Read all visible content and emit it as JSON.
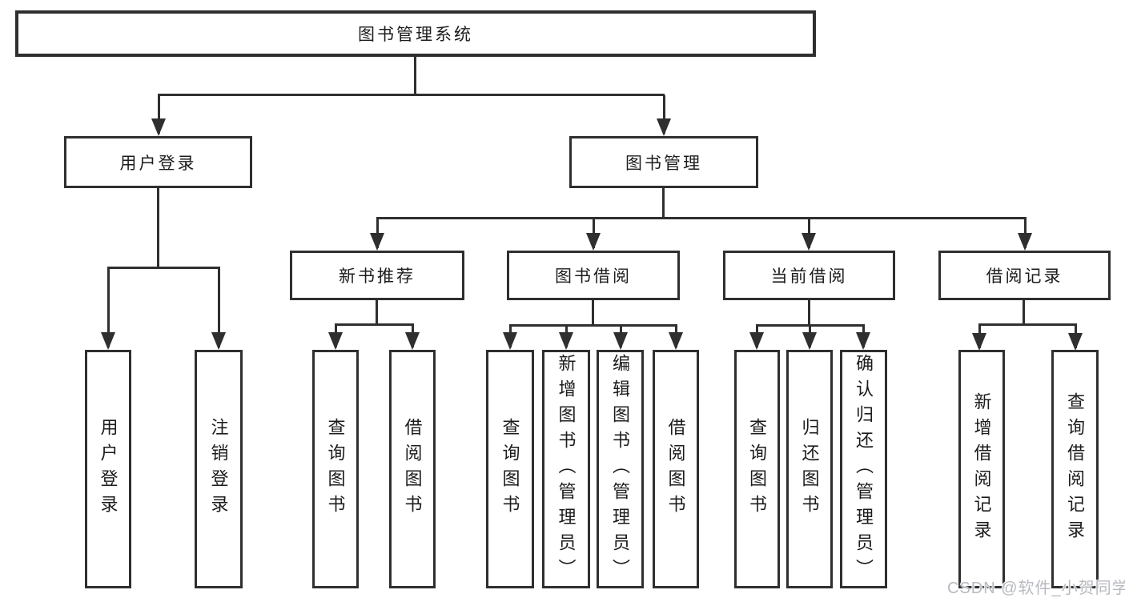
{
  "nodes": {
    "root": "图书管理系统",
    "user_login": "用户登录",
    "book_management": "图书管理",
    "new_book_recommendation": "新书推荐",
    "book_borrowing": "图书借阅",
    "current_borrowing": "当前借阅",
    "borrowing_records": "借阅记录",
    "leaf_user_login": "用户登录",
    "leaf_logout": "注销登录",
    "leaf_nb_query_books": "查询图书",
    "leaf_nb_borrow_books": "借阅图书",
    "leaf_bb_query_books": "查询图书",
    "leaf_bb_add_books": "新增图书（管理员）",
    "leaf_bb_edit_books": "编辑图书（管理员）",
    "leaf_bb_borrow_books": "借阅图书",
    "leaf_cb_query_books": "查询图书",
    "leaf_cb_return_books": "归还图书",
    "leaf_cb_confirm_return": "确认归还（管理员）",
    "leaf_br_add_record": "新增借阅记录",
    "leaf_br_query_record": "查询借阅记录"
  },
  "watermark": "CSDN @软件_小贺同学",
  "colors": {
    "line": "#2f2f2f",
    "text": "#1c1c1c",
    "background": "#ffffff",
    "watermark": "#b7bbc0"
  }
}
